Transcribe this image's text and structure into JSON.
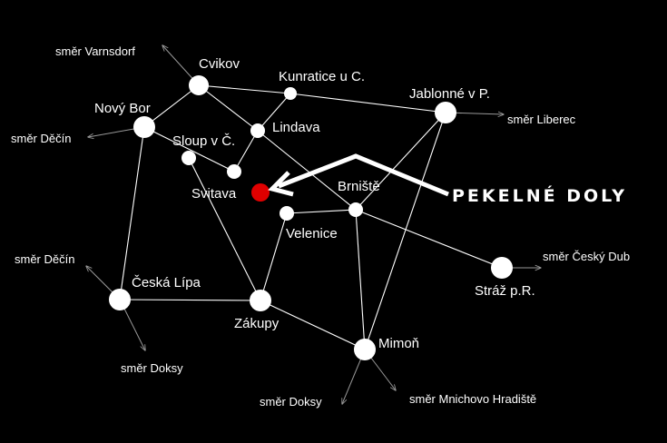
{
  "map": {
    "title": "PEKELNÉ DOLY",
    "colors": {
      "background": "#000000",
      "road": "#ffffff",
      "highlight": "#e00000",
      "direction_arrow": "#999999",
      "pointer_arrow": "#ffffff"
    },
    "towns": {
      "cvikov": "Cvikov",
      "kunratice": "Kunratice u C.",
      "jablonne": "Jablonné v P.",
      "novy_bor": "Nový Bor",
      "lindava": "Lindava",
      "sloup": "Sloup v Č.",
      "svitava": "Svitava",
      "brniste": "Brniště",
      "velenice": "Velenice",
      "straz": "Stráž p.R.",
      "ceska_lipa": "Česká Lípa",
      "zakupy": "Zákupy",
      "mimon": "Mimoň"
    },
    "directions": {
      "varnsdorf": "směr Varnsdorf",
      "decin_1": "směr Děčín",
      "liberec": "směr Liberec",
      "decin_2": "směr Děčín",
      "cesky_dub": "směr Český Dub",
      "doksy_1": "směr Doksy",
      "doksy_2": "směr Doksy",
      "mnichovo": "směr Mnichovo Hradiště"
    },
    "highlighted_place": "svitava_point"
  }
}
